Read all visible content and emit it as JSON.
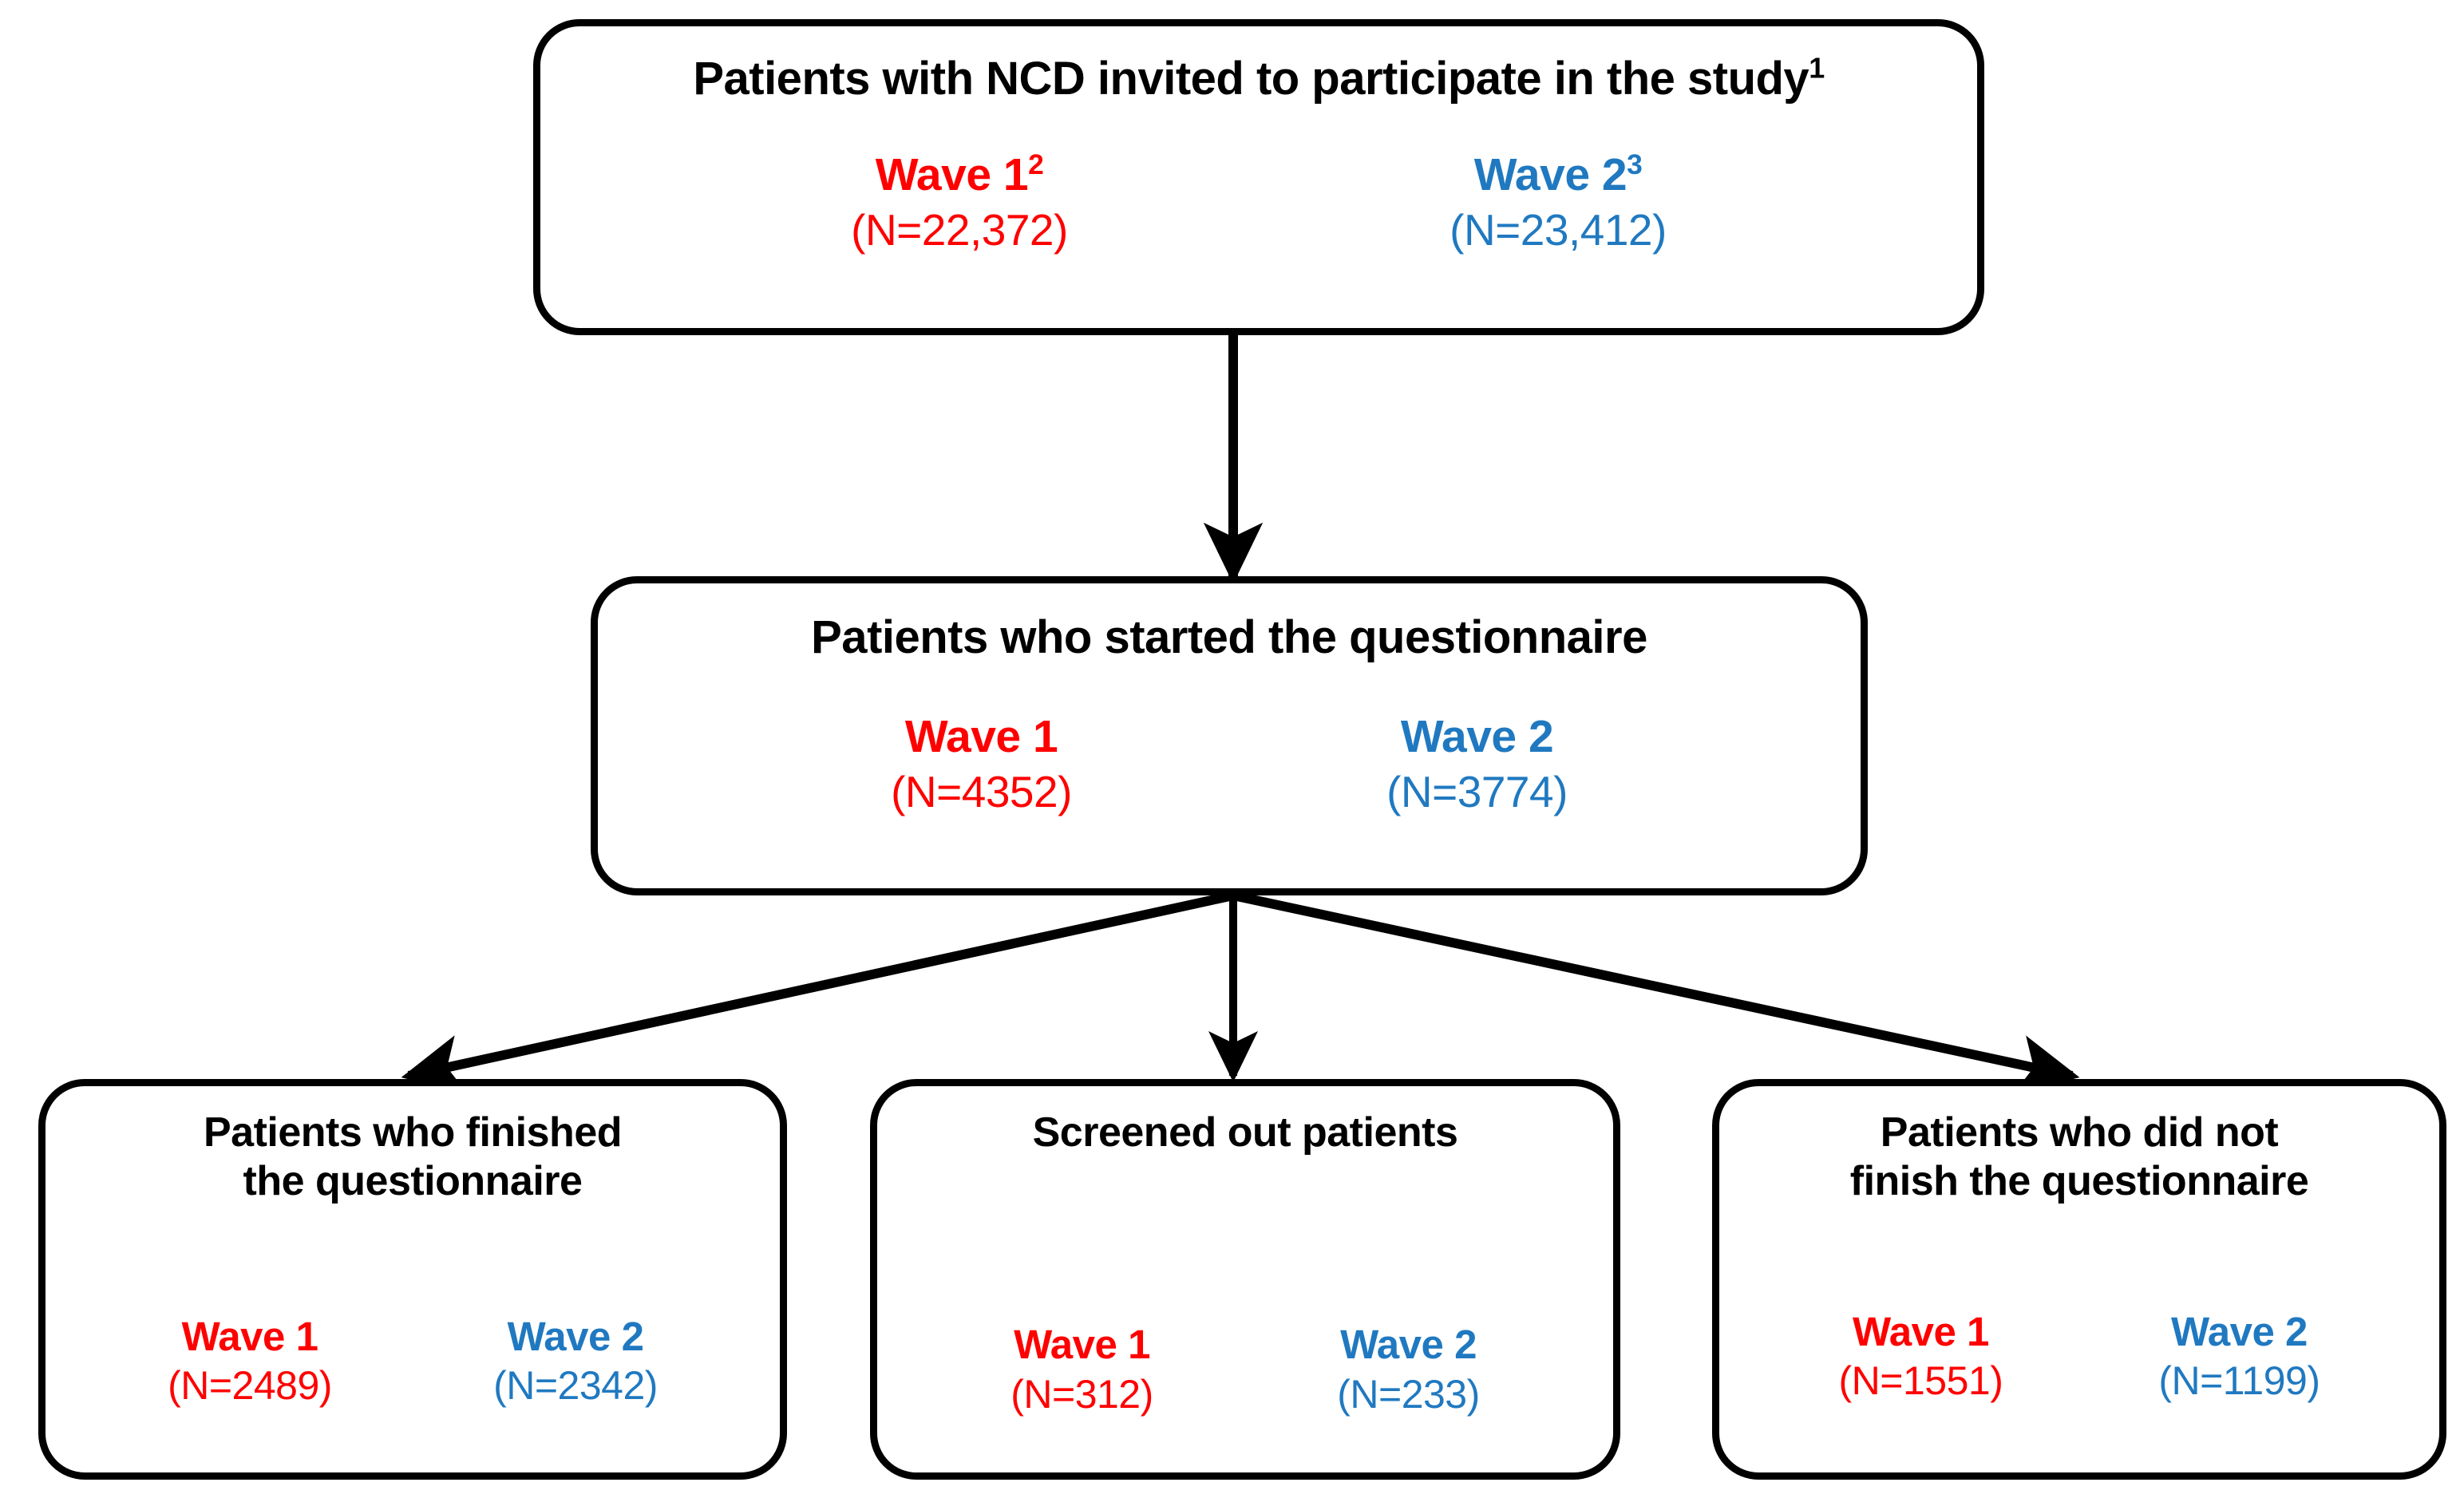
{
  "diagram": {
    "type": "flowchart",
    "orientation": "top-down",
    "colors": {
      "wave1": "#FF0000",
      "wave2": "#2079C0",
      "box_border": "#000000",
      "box_fill": "#FFFFFF",
      "connector": "#000000",
      "text": "#000000"
    },
    "nodes": [
      {
        "id": "invited",
        "title": "Patients with NCD invited to participate in the study",
        "title_superscript": "1",
        "waves": [
          {
            "label": "Wave 1",
            "superscript": "2",
            "count": "(N=22,372)",
            "color_key": "wave1"
          },
          {
            "label": "Wave 2",
            "superscript": "3",
            "count": "(N=23,412)",
            "color_key": "wave2"
          }
        ]
      },
      {
        "id": "started",
        "title": "Patients who started the questionnaire",
        "title_superscript": "",
        "waves": [
          {
            "label": "Wave 1",
            "superscript": "",
            "count": "(N=4352)",
            "color_key": "wave1"
          },
          {
            "label": "Wave 2",
            "superscript": "",
            "count": "(N=3774)",
            "color_key": "wave2"
          }
        ]
      },
      {
        "id": "finished",
        "title": "Patients who finished\nthe questionnaire",
        "title_superscript": "",
        "waves": [
          {
            "label": "Wave 1",
            "superscript": "",
            "count": "(N=2489)",
            "color_key": "wave1"
          },
          {
            "label": "Wave 2",
            "superscript": "",
            "count": "(N=2342)",
            "color_key": "wave2"
          }
        ]
      },
      {
        "id": "screened",
        "title": "Screened out patients",
        "title_superscript": "",
        "waves": [
          {
            "label": "Wave 1",
            "superscript": "",
            "count": "(N=312)",
            "color_key": "wave1"
          },
          {
            "label": "Wave 2",
            "superscript": "",
            "count": "(N=233)",
            "color_key": "wave2"
          }
        ]
      },
      {
        "id": "notfinished",
        "title": "Patients who did not\nfinish the questionnaire",
        "title_superscript": "",
        "waves": [
          {
            "label": "Wave 1",
            "superscript": "",
            "count": "(N=1551)",
            "color_key": "wave1"
          },
          {
            "label": "Wave 2",
            "superscript": "",
            "count": "(N=1199)",
            "color_key": "wave2"
          }
        ]
      }
    ],
    "edges": [
      {
        "from": "invited",
        "to": "started",
        "style": "straight-arrow-down"
      },
      {
        "from": "started",
        "to": "finished",
        "style": "diagonal-arrow-down-left"
      },
      {
        "from": "started",
        "to": "screened",
        "style": "straight-arrow-down"
      },
      {
        "from": "started",
        "to": "notfinished",
        "style": "diagonal-arrow-down-right"
      }
    ]
  }
}
